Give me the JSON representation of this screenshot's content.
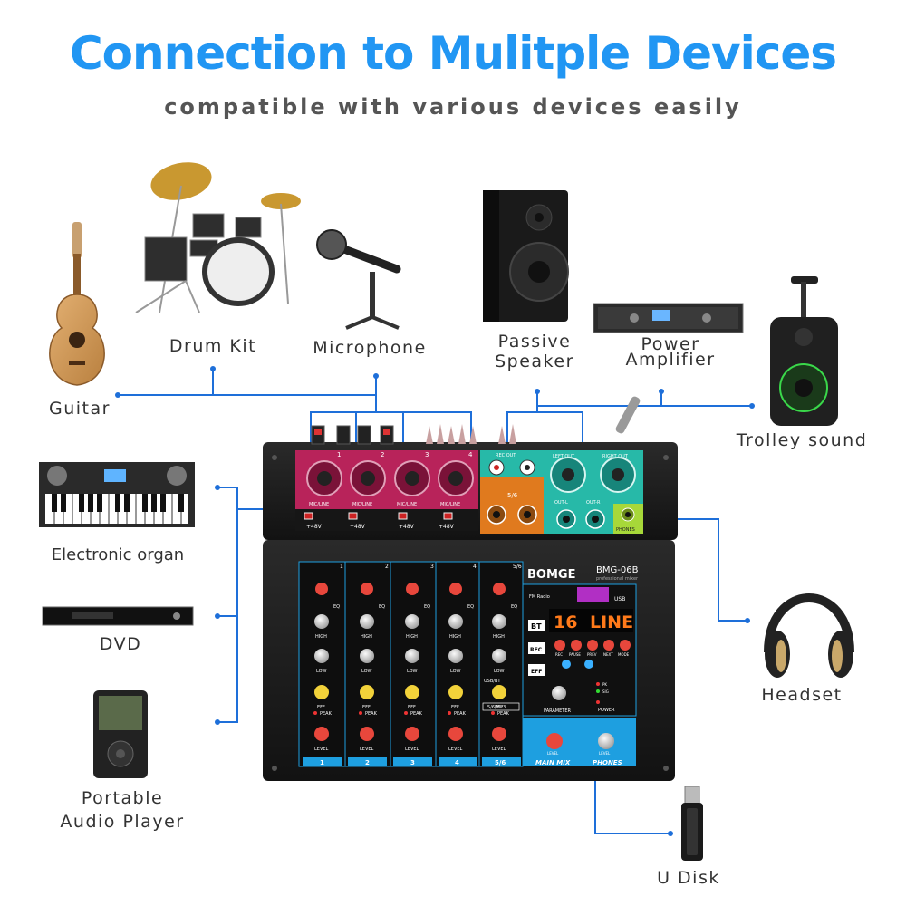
{
  "header": {
    "title": "Connection to Mulitple Devices",
    "subtitle": "compatible with various devices easily"
  },
  "devices": {
    "guitar": "Guitar",
    "drum_kit": "Drum Kit",
    "microphone": "Microphone",
    "passive_speaker_line1": "Passive",
    "passive_speaker_line2": "Speaker",
    "power_amplifier_line1": "Power",
    "power_amplifier_line2": "Amplifier",
    "trolley_sound": "Trolley sound",
    "electronic_organ": "Electronic organ",
    "dvd": "DVD",
    "portable_player_line1": "Portable",
    "portable_player_line2": "Audio Player",
    "headset": "Headset",
    "u_disk": "U Disk"
  },
  "mixer": {
    "brand": "BOMGE",
    "model": "BMG-06B",
    "tagline": "professional mixer",
    "display_left": "16",
    "display_right": "LINE",
    "fm_radio": "FM Radio",
    "usb": "USB",
    "bt": "BT",
    "rec": "REC",
    "eff": "EFF",
    "rec_out": "REC OUT",
    "left_out": "LEFT OUT",
    "right_out": "RIGHT OUT",
    "out_l": "OUT-L",
    "out_r": "OUT-R",
    "phones": "PHONES",
    "main_mix": "MAIN MIX",
    "parameter": "PARAMETER",
    "power": "POWER",
    "pk": "PK",
    "sig": "SIG",
    "phantom": "+48V",
    "mic_line": "MIC/LINE",
    "ch56_in": "5/6",
    "usb_bt_label": "USB/BT",
    "mp3_label": "5/6/MP3",
    "row_labels": [
      "HIGH",
      "LOW",
      "EFF",
      "PEAK",
      "LEVEL"
    ],
    "eq": "EQ",
    "mode_buttons": [
      "REC",
      "PAUSE",
      "PREV",
      "NEXT",
      "MODE"
    ],
    "channels": [
      "1",
      "2",
      "3",
      "4",
      "5/6"
    ],
    "channel_tabs": [
      "1",
      "2",
      "3",
      "4",
      "5/6"
    ],
    "input_nums": [
      "1",
      "2",
      "3",
      "4"
    ]
  },
  "colors": {
    "title": "#2196F3",
    "line": "#1E6FD9",
    "xlr_panel": "#B8235A",
    "teal_panel": "#27B9A8",
    "orange_panel": "#E07A1E",
    "lime_panel": "#A7D839",
    "blue_panel": "#1E9FE0"
  }
}
